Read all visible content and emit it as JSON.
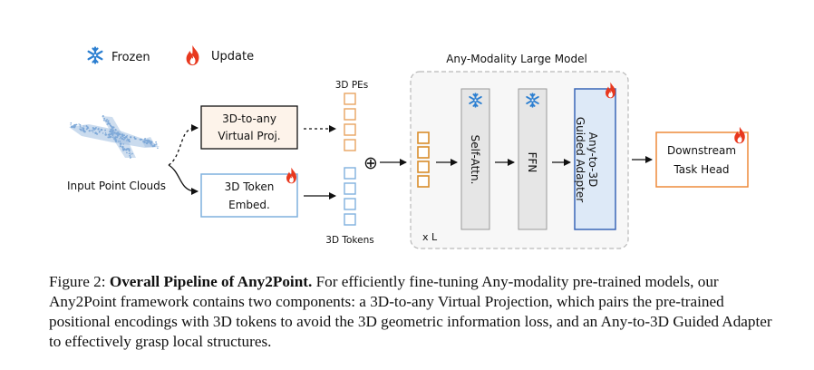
{
  "legend": {
    "frozen_label": "Frozen",
    "update_label": "Update"
  },
  "diagram": {
    "input_label": "Input Point Clouds",
    "projection_label_line1": "3D-to-any",
    "projection_label_line2": "Virtual Proj.",
    "token_embed_line1": "3D Token",
    "token_embed_line2": "Embed.",
    "pes_label": "3D PEs",
    "tokens_label": "3D Tokens",
    "plus_symbol": "⊕",
    "model_title": "Any-Modality Large Model",
    "self_attn_label": "Self-Attn.",
    "ffn_label": "FFN",
    "adapter_line1": "Any-to-3D",
    "adapter_line2": "Guided Adapter",
    "repeat_label": "x L",
    "head_line1": "Downstream",
    "head_line2": "Task Head",
    "colors": {
      "frozen_blue": "#2c7fd1",
      "update_red": "#e8381e",
      "pe_orange": "#e8a460",
      "token_blue": "#7fb0de",
      "adapter_fill": "#dde9f7",
      "adapter_border": "#3a67b7",
      "head_border": "#ee8a3a",
      "block_gray": "#e6e6e6"
    }
  },
  "caption": {
    "figure_number": "Figure 2:",
    "title": "Overall Pipeline of Any2Point.",
    "body": " For efficiently fine-tuning Any-modality pre-trained models, our Any2Point framework contains two components: a 3D-to-any Virtual Projection, which pairs the pre-trained positional encodings with 3D tokens to avoid the 3D geometric information loss, and an Any-to-3D Guided Adapter to effectively grasp local structures."
  }
}
